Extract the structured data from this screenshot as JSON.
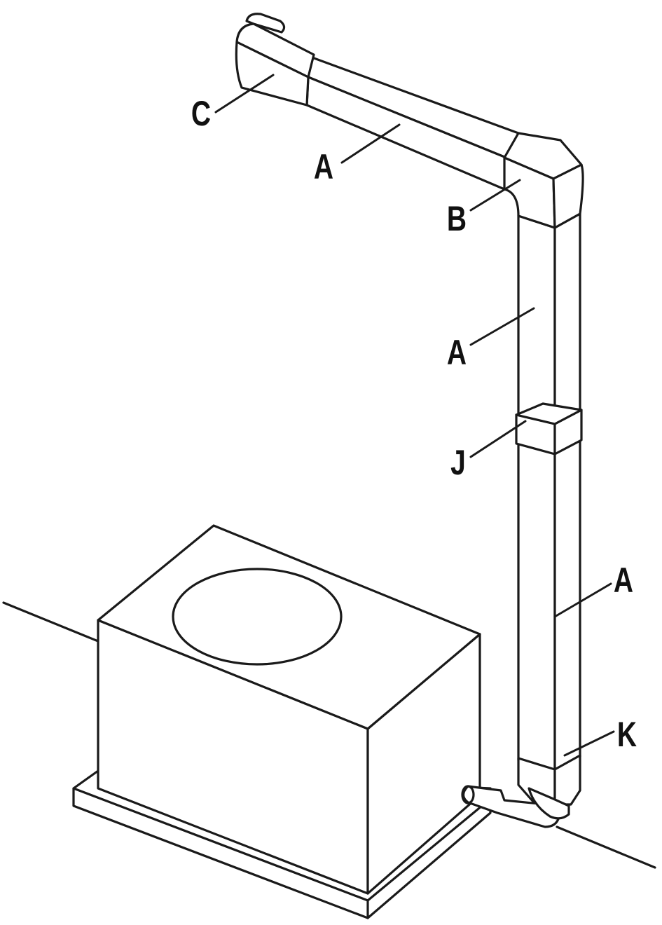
{
  "labels": {
    "c": "C",
    "a1": "A",
    "b": "B",
    "a2": "A",
    "j": "J",
    "a3": "A",
    "k": "K"
  },
  "colors": {
    "line": "#1a1a1a",
    "background": "#ffffff"
  }
}
